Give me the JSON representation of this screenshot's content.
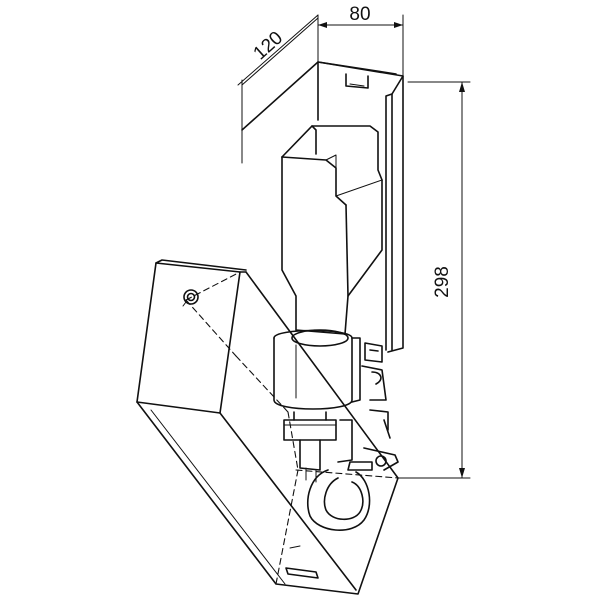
{
  "dimensions": {
    "depth": "120",
    "width": "80",
    "height": "298"
  },
  "colors": {
    "line": "#111111",
    "background": "#ffffff"
  }
}
